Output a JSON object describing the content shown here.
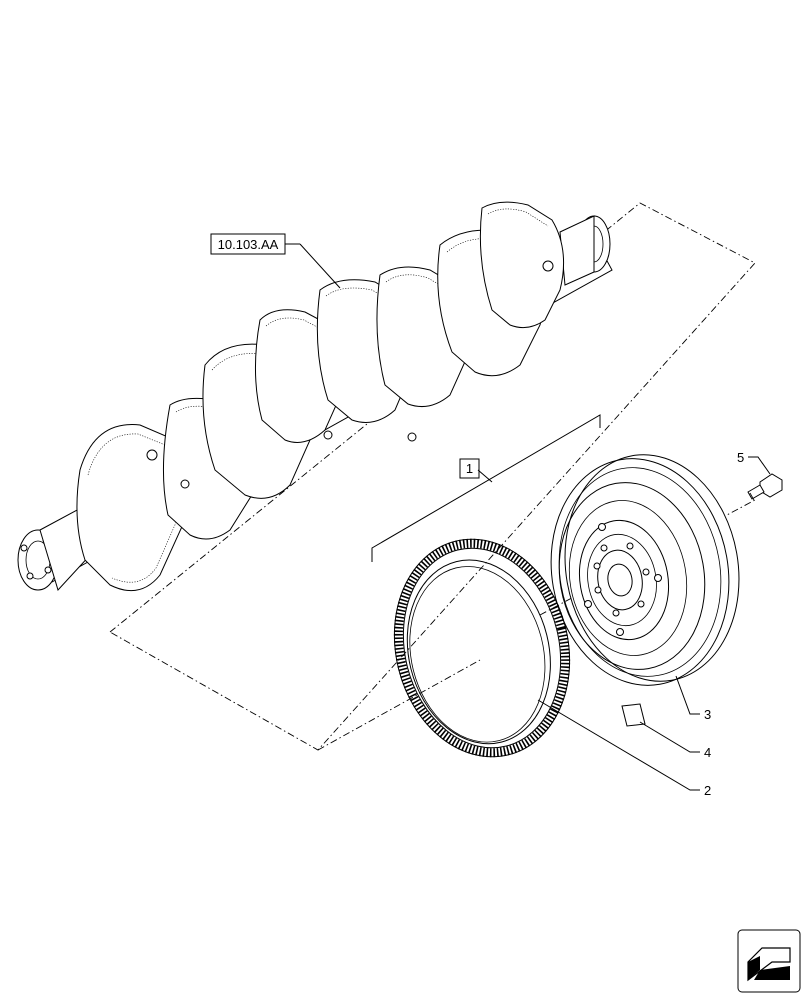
{
  "callouts": {
    "crankshaft_ref": "10.103.AA",
    "kit_label": "1",
    "ring_gear_label": "2",
    "flywheel_label": "3",
    "decal_label": "4",
    "bolt_label": "5"
  },
  "icons": {
    "corner_icon": "direction-arrow-icon"
  }
}
